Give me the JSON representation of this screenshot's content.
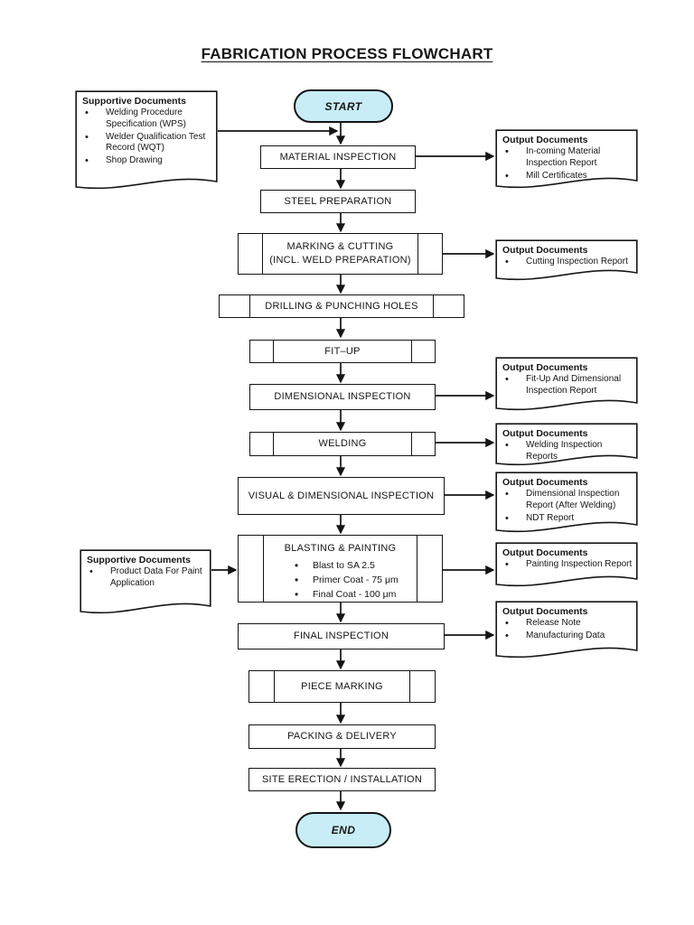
{
  "title": "FABRICATION PROCESS FLOWCHART",
  "colors": {
    "terminal_fill": "#c8edf6",
    "line": "#141414"
  },
  "terminals": {
    "start": "START",
    "end": "END"
  },
  "process": {
    "material_inspection": {
      "label": "MATERIAL INSPECTION"
    },
    "steel_preparation": {
      "label": "STEEL PREPARATION"
    },
    "marking_cutting": {
      "line1": "MARKING & CUTTING",
      "line2": "(INCL. WELD PREPARATION)"
    },
    "drilling": {
      "label": "DRILLING & PUNCHING HOLES"
    },
    "fit_up": {
      "label": "FIT–UP"
    },
    "dimensional_inspection": {
      "label": "DIMENSIONAL INSPECTION"
    },
    "welding": {
      "label": "WELDING"
    },
    "visual_dimensional": {
      "label": "VISUAL & DIMENSIONAL INSPECTION"
    },
    "blasting_painting": {
      "label": "BLASTING & PAINTING",
      "items": [
        "Blast to SA 2.5",
        "Primer Coat - 75 μm",
        "Final Coat - 100 μm"
      ]
    },
    "final_inspection": {
      "label": "FINAL INSPECTION"
    },
    "piece_marking": {
      "label": "PIECE MARKING"
    },
    "packing_delivery": {
      "label": "PACKING & DELIVERY"
    },
    "site_erection": {
      "label": "SITE ERECTION / INSTALLATION"
    }
  },
  "supportive_docs": [
    {
      "title": "Supportive Documents",
      "items": [
        "Welding Procedure Specification (WPS)",
        "Welder Qualification Test Record (WQT)",
        "Shop Drawing"
      ]
    },
    {
      "title": "Supportive Documents",
      "items": [
        "Product Data For Paint Application"
      ]
    }
  ],
  "output_docs": [
    {
      "title": "Output Documents",
      "items": [
        "In-coming Material Inspection Report",
        "Mill Certificates"
      ]
    },
    {
      "title": "Output Documents",
      "items": [
        "Cutting Inspection Report"
      ]
    },
    {
      "title": "Output Documents",
      "items": [
        "Fit-Up And Dimensional Inspection Report"
      ]
    },
    {
      "title": "Output Documents",
      "items": [
        "Welding Inspection Reports"
      ]
    },
    {
      "title": "Output Documents",
      "items": [
        "Dimensional Inspection Report (After Welding)",
        "NDT Report"
      ]
    },
    {
      "title": "Output Documents",
      "items": [
        "Painting Inspection Report"
      ]
    },
    {
      "title": "Output Documents",
      "items": [
        "Release Note",
        "Manufacturing Data"
      ]
    }
  ]
}
